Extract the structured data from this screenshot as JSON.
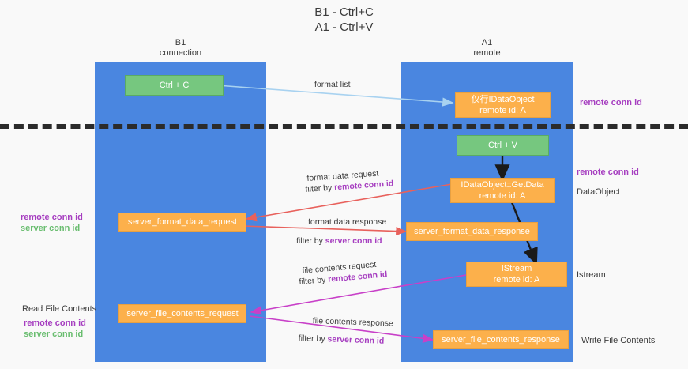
{
  "title": {
    "line1": "B1 - Ctrl+C",
    "line2": "A1 - Ctrl+V"
  },
  "columns": [
    {
      "id": "b1",
      "header_line1": "B1",
      "header_line2": "connection",
      "color": "#4a86e0"
    },
    {
      "id": "a1",
      "header_line1": "A1",
      "header_line2": "remote",
      "color": "#4a86e0"
    }
  ],
  "colors": {
    "lane": "#4a86e0",
    "green_box": "#76c77f",
    "orange_box": "#fcb04b",
    "purple_text": "#a63ec0",
    "green_text": "#69bd6f",
    "plain_text": "#3c3c3c",
    "arrow_lightblue": "#a8d2f0",
    "arrow_red": "#e8615c",
    "arrow_magenta": "#c840c8",
    "arrow_black": "#1a1a1a",
    "divider": "#2b2b2b",
    "background": "#f9f9f9"
  },
  "boxes": {
    "ctrl_c": {
      "line1": "Ctrl + C",
      "line2": "",
      "kind": "green"
    },
    "idataobject_copy": {
      "line1": "仅行IDataObject",
      "line2": "remote id: A",
      "kind": "orange"
    },
    "ctrl_v": {
      "line1": "Ctrl + V",
      "line2": "",
      "kind": "green"
    },
    "getdata": {
      "line1": "IDataObject::GetData",
      "line2": "remote id: A",
      "kind": "orange"
    },
    "fmt_request": {
      "line1": "server_format_data_request",
      "line2": "",
      "kind": "orange"
    },
    "fmt_response": {
      "line1": "server_format_data_response",
      "line2": "",
      "kind": "orange"
    },
    "istream": {
      "line1": "IStream",
      "line2": "remote id: A",
      "kind": "orange"
    },
    "file_request": {
      "line1": "server_file_contents_request",
      "line2": "",
      "kind": "orange"
    },
    "file_response": {
      "line1": "server_file_contents_response",
      "line2": "",
      "kind": "orange"
    }
  },
  "edge_labels": {
    "format_list": {
      "text": "format list"
    },
    "format_data_request": {
      "text": "format data request"
    },
    "format_data_req_filter": {
      "prefix": "filter by ",
      "key": "remote conn id",
      "key_color": "purple"
    },
    "format_data_response": {
      "text": "format data response"
    },
    "format_data_res_filter": {
      "prefix": "filter by ",
      "key": "server conn id",
      "key_color": "purple"
    },
    "file_contents_request": {
      "text": "file contents request"
    },
    "file_contents_req_filter": {
      "prefix": "filter by ",
      "key": "remote conn id",
      "key_color": "purple"
    },
    "file_contents_response": {
      "text": "file contents response"
    },
    "file_contents_res_filter": {
      "prefix": "filter by ",
      "key": "server conn id",
      "key_color": "purple"
    }
  },
  "annotations": {
    "right_remote_conn_id_top": {
      "text": "remote conn id",
      "color": "purple"
    },
    "right_remote_conn_id_mid": {
      "text": "remote conn id",
      "color": "purple"
    },
    "right_dataobject": {
      "text": "DataObject",
      "color": "plain"
    },
    "right_istream": {
      "text": "Istream",
      "color": "plain"
    },
    "right_write_file_contents": {
      "text": "Write File Contents",
      "color": "plain"
    },
    "left_remote_conn_id_mid": {
      "text": "remote conn id",
      "color": "purple"
    },
    "left_server_conn_id_mid": {
      "text": "server conn id",
      "color": "green"
    },
    "left_read_file_contents": {
      "text": "Read File Contents",
      "color": "plain"
    },
    "left_remote_conn_id_bottom": {
      "text": "remote conn id",
      "color": "purple"
    },
    "left_server_conn_id_bottom": {
      "text": "server conn id",
      "color": "green"
    }
  }
}
